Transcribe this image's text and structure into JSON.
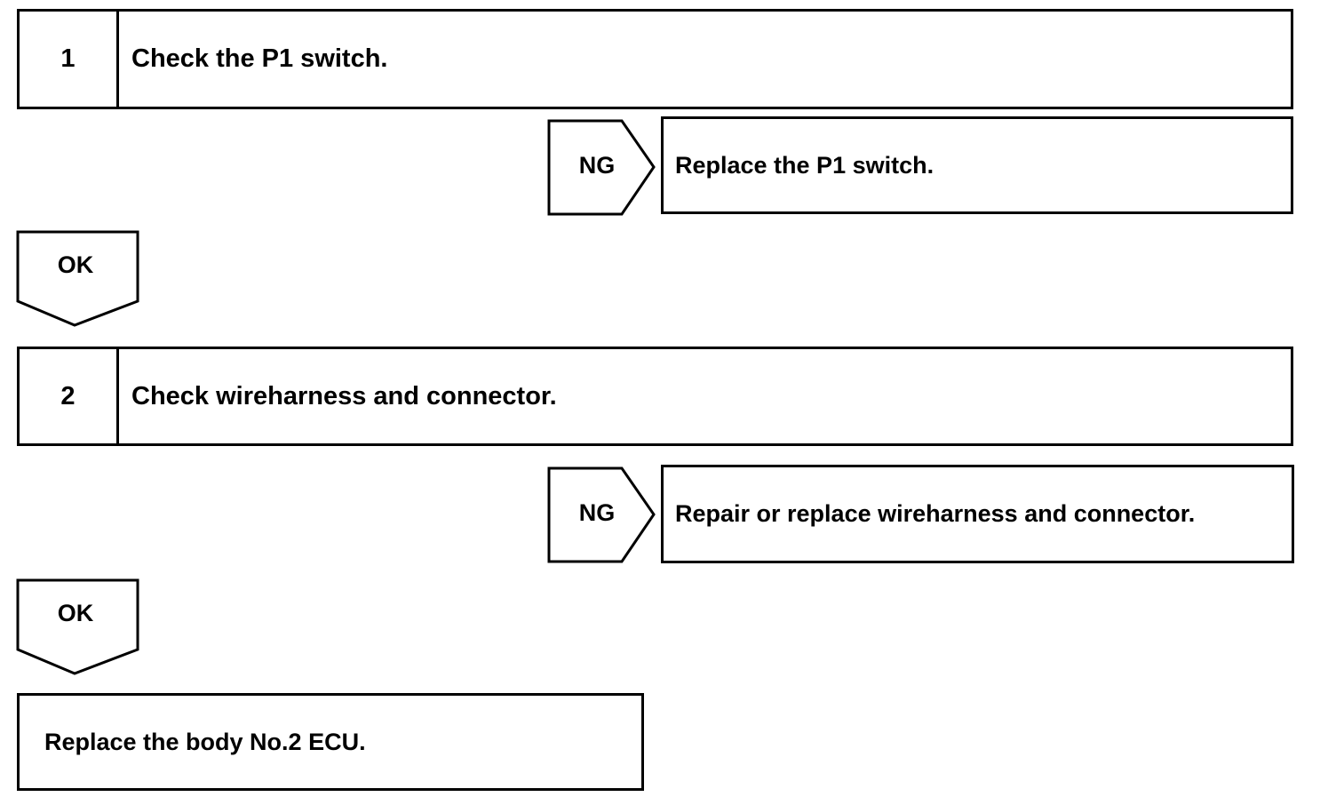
{
  "steps": [
    {
      "number": "1",
      "text": "Check the P1 switch.",
      "ng_label": "NG",
      "ng_action": "Replace the P1 switch.",
      "ok_label": "OK"
    },
    {
      "number": "2",
      "text": "Check wireharness and connector.",
      "ng_label": "NG",
      "ng_action": "Repair or replace wireharness and connector.",
      "ok_label": "OK"
    }
  ],
  "final_action": "Replace the body No.2 ECU."
}
